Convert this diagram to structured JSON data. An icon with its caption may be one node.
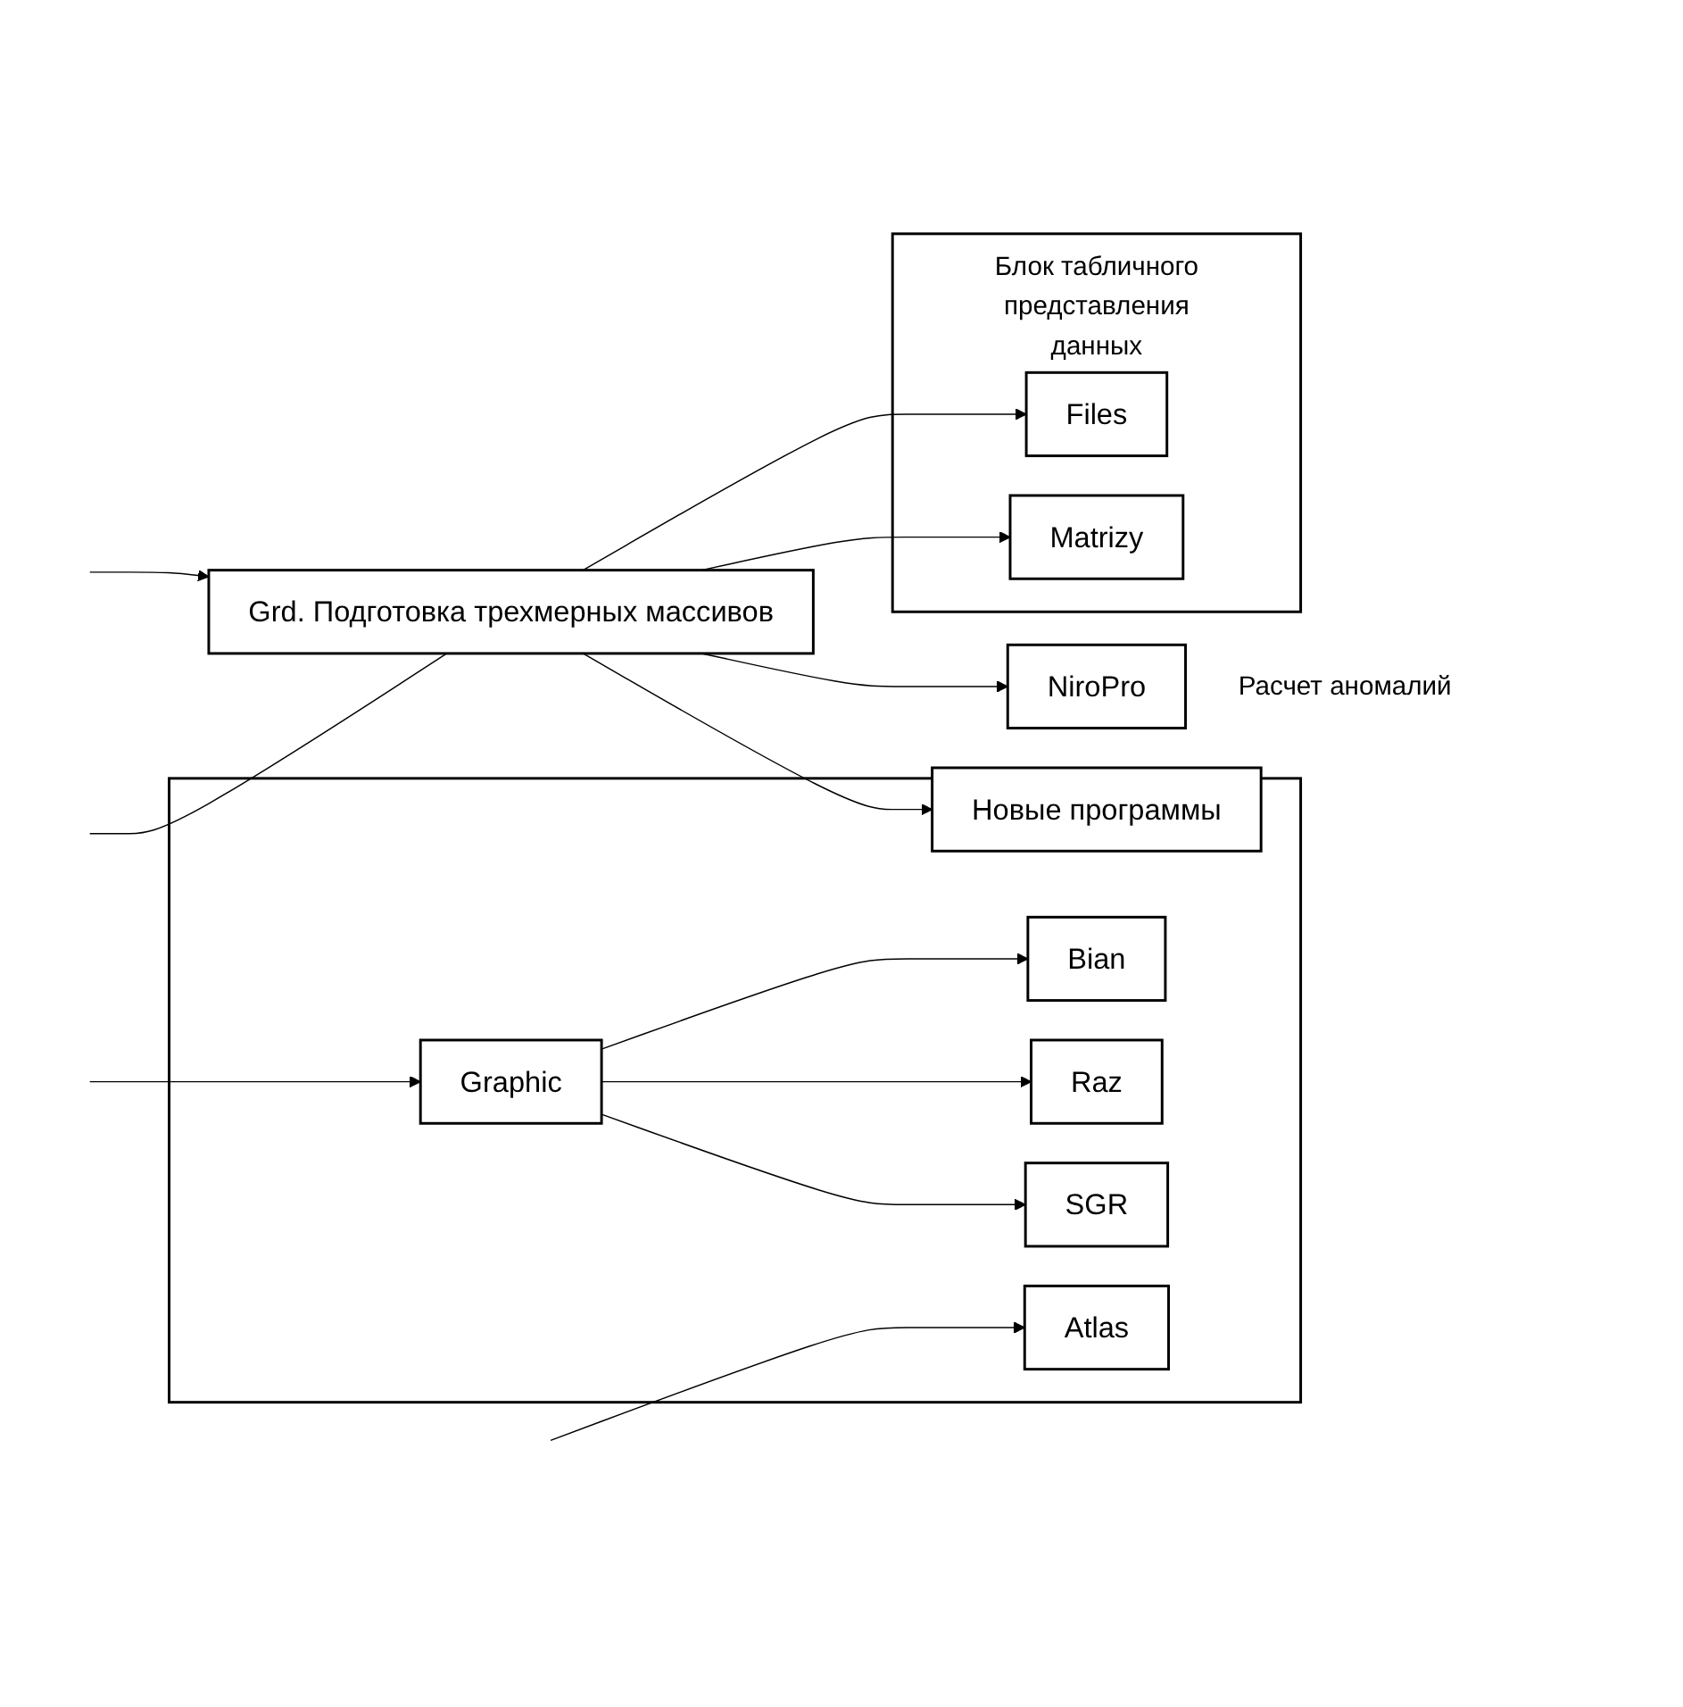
{
  "diagram": {
    "nodes": [
      {
        "text": [
          "Grd. Подготовка трехмерных массивов"
        ]
      },
      {
        "text": [],
        "shape": "box"
      },
      {
        "text": [
          "Atlas"
        ],
        "in": 1
      },
      {
        "text": [
          "Graphic"
        ],
        "in": 1
      },
      {
        "text": [
          "Bian"
        ],
        "in": 1
      },
      {
        "text": [
          "Raz"
        ],
        "in": 1
      },
      {
        "text": [
          "SGR"
        ],
        "in": 1
      },
      {
        "text": [
          "Блок табличного представления данных"
        ]
      },
      {
        "text": [
          "Files"
        ],
        "in": 7
      },
      {
        "text": [
          "Matrizy"
        ],
        "in": 7
      },
      {
        "text": [
          "NiroPro"
        ],
        "beside": [
          "Расчет аномалий"
        ]
      },
      {
        "text": [
          "Новые программы"
        ]
      }
    ],
    "edges": [
      {
        "from": null,
        "to": 2,
        "arrow": "to"
      },
      {
        "from": null,
        "to": 3,
        "arrow": "to"
      },
      {
        "from": null,
        "to": 0,
        "arrow": "to"
      },
      {
        "from": 0,
        "to": null,
        "arrow": "none"
      },
      {
        "from": 3,
        "to": 4,
        "arrow": "to"
      },
      {
        "from": 3,
        "to": 5,
        "arrow": "to"
      },
      {
        "from": 3,
        "to": 6,
        "arrow": "to"
      },
      {
        "from": 0,
        "to": 8,
        "arrow": "to"
      },
      {
        "from": 0,
        "to": 9,
        "arrow": "to"
      },
      {
        "from": 0,
        "to": 10,
        "arrow": "to"
      },
      {
        "from": 0,
        "to": 11,
        "arrow": "to"
      }
    ]
  }
}
